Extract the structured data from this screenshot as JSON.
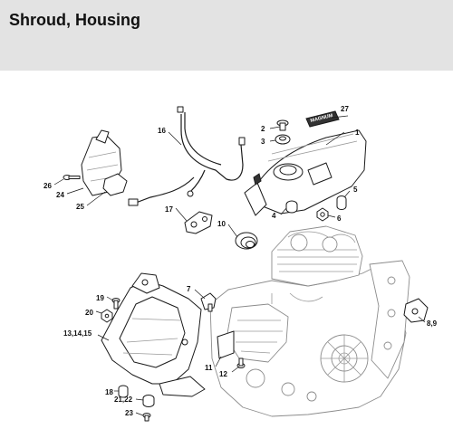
{
  "header": {
    "title": "Shroud, Housing",
    "background": "#e3e3e3"
  },
  "diagram": {
    "callouts": [
      {
        "id": "c1",
        "label": "1"
      },
      {
        "id": "c2",
        "label": "2"
      },
      {
        "id": "c3",
        "label": "3"
      },
      {
        "id": "c4",
        "label": "4"
      },
      {
        "id": "c5",
        "label": "5"
      },
      {
        "id": "c6",
        "label": "6"
      },
      {
        "id": "c7",
        "label": "7"
      },
      {
        "id": "c89",
        "label": "8,9"
      },
      {
        "id": "c10",
        "label": "10"
      },
      {
        "id": "c11",
        "label": "11"
      },
      {
        "id": "c12",
        "label": "12"
      },
      {
        "id": "c131415",
        "label": "13,14,15"
      },
      {
        "id": "c16",
        "label": "16"
      },
      {
        "id": "c17",
        "label": "17"
      },
      {
        "id": "c18",
        "label": "18"
      },
      {
        "id": "c19",
        "label": "19"
      },
      {
        "id": "c20",
        "label": "20"
      },
      {
        "id": "c2122",
        "label": "21,22"
      },
      {
        "id": "c23",
        "label": "23"
      },
      {
        "id": "c24",
        "label": "24"
      },
      {
        "id": "c25",
        "label": "25"
      },
      {
        "id": "c26",
        "label": "26"
      },
      {
        "id": "c27",
        "label": "27"
      }
    ],
    "decal_text": "MAGNUM"
  }
}
